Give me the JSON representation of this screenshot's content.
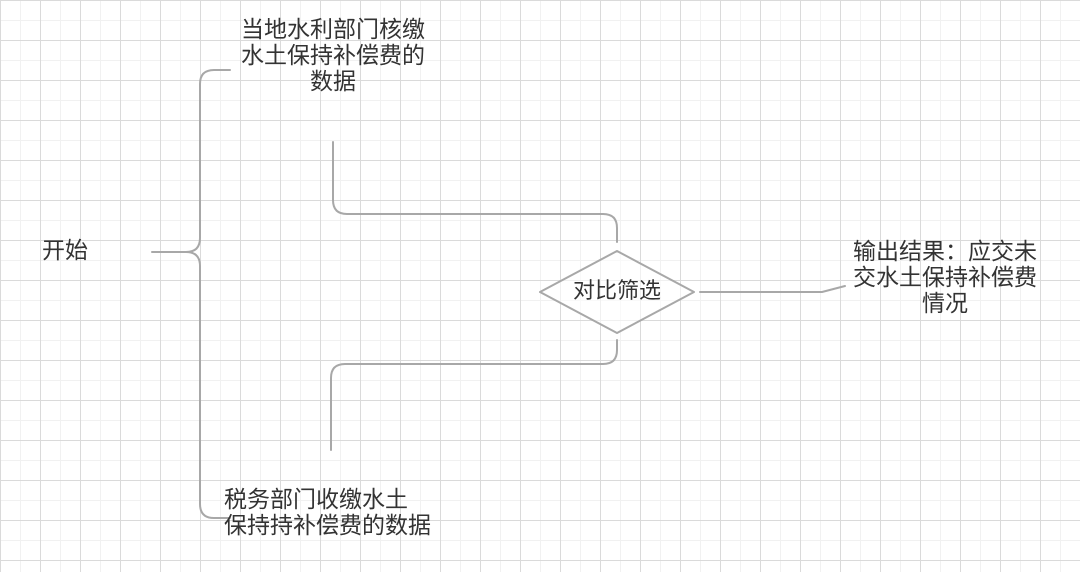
{
  "nodes": {
    "start": {
      "label": "开始"
    },
    "water_dept": {
      "lines": [
        "当地水利部门核缴",
        "水土保持补偿费的",
        "数据"
      ]
    },
    "tax_dept": {
      "lines": [
        "税务部门收缴水土",
        "保持持补偿费的数据"
      ]
    },
    "compare": {
      "label": "对比筛选"
    },
    "output": {
      "lines": [
        "输出结果：应交未",
        "交水土保持补偿费",
        "情况"
      ]
    }
  },
  "colors": {
    "line": "#a8a8a8",
    "text": "#333333"
  }
}
